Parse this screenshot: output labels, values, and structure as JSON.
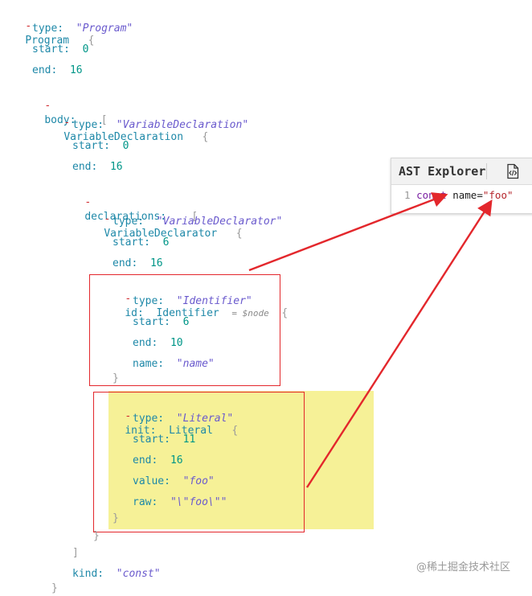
{
  "ast_panel": {
    "title": "AST Explorer",
    "line_number": "1",
    "code_keyword": "const",
    "code_identifier": "name",
    "code_equals": "=",
    "code_string": "\"foo\""
  },
  "tree": {
    "program_label": "Program",
    "program_type_key": "type:",
    "program_type_val": "\"Program\"",
    "program_start_key": "start:",
    "program_start_val": "0",
    "program_end_key": "end:",
    "program_end_val": "16",
    "body_key": "body:",
    "vardecl_label": "VariableDeclaration",
    "vardecl_type_key": "type:",
    "vardecl_type_val": "\"VariableDeclaration\"",
    "vardecl_start_key": "start:",
    "vardecl_start_val": "0",
    "vardecl_end_key": "end:",
    "vardecl_end_val": "16",
    "declarations_key": "declarations:",
    "declarator_label": "VariableDeclarator",
    "declarator_type_key": "type:",
    "declarator_type_val": "\"VariableDeclarator\"",
    "declarator_start_key": "start:",
    "declarator_start_val": "6",
    "declarator_end_key": "end:",
    "declarator_end_val": "16",
    "id_key": "id:",
    "id_label": "Identifier",
    "id_hint": "= $node",
    "id_type_key": "type:",
    "id_type_val": "\"Identifier\"",
    "id_start_key": "start:",
    "id_start_val": "6",
    "id_end_key": "end:",
    "id_end_val": "10",
    "id_name_key": "name:",
    "id_name_val": "\"name\"",
    "init_key": "init:",
    "init_label": "Literal",
    "init_type_key": "type:",
    "init_type_val": "\"Literal\"",
    "init_start_key": "start:",
    "init_start_val": "11",
    "init_end_key": "end:",
    "init_end_val": "16",
    "init_value_key": "value:",
    "init_value_val": "\"foo\"",
    "init_raw_key": "raw:",
    "init_raw_val": "\"\\\"foo\\\"\"",
    "kind_key": "kind:",
    "kind_val": "\"const\"",
    "toggle": "-",
    "open_brace": "{",
    "close_brace": "}",
    "open_bracket": "[",
    "close_bracket": "]"
  },
  "watermark": "@稀土掘金技术社区",
  "colors": {
    "toggle": "#d0292e",
    "key": "#1e88a8",
    "number": "#009688",
    "string": "#6a5acd",
    "highlight": "#f6f197",
    "box": "#e3272c",
    "arrow": "#e3272c"
  },
  "icons": {
    "code_file": "code-file-icon"
  }
}
